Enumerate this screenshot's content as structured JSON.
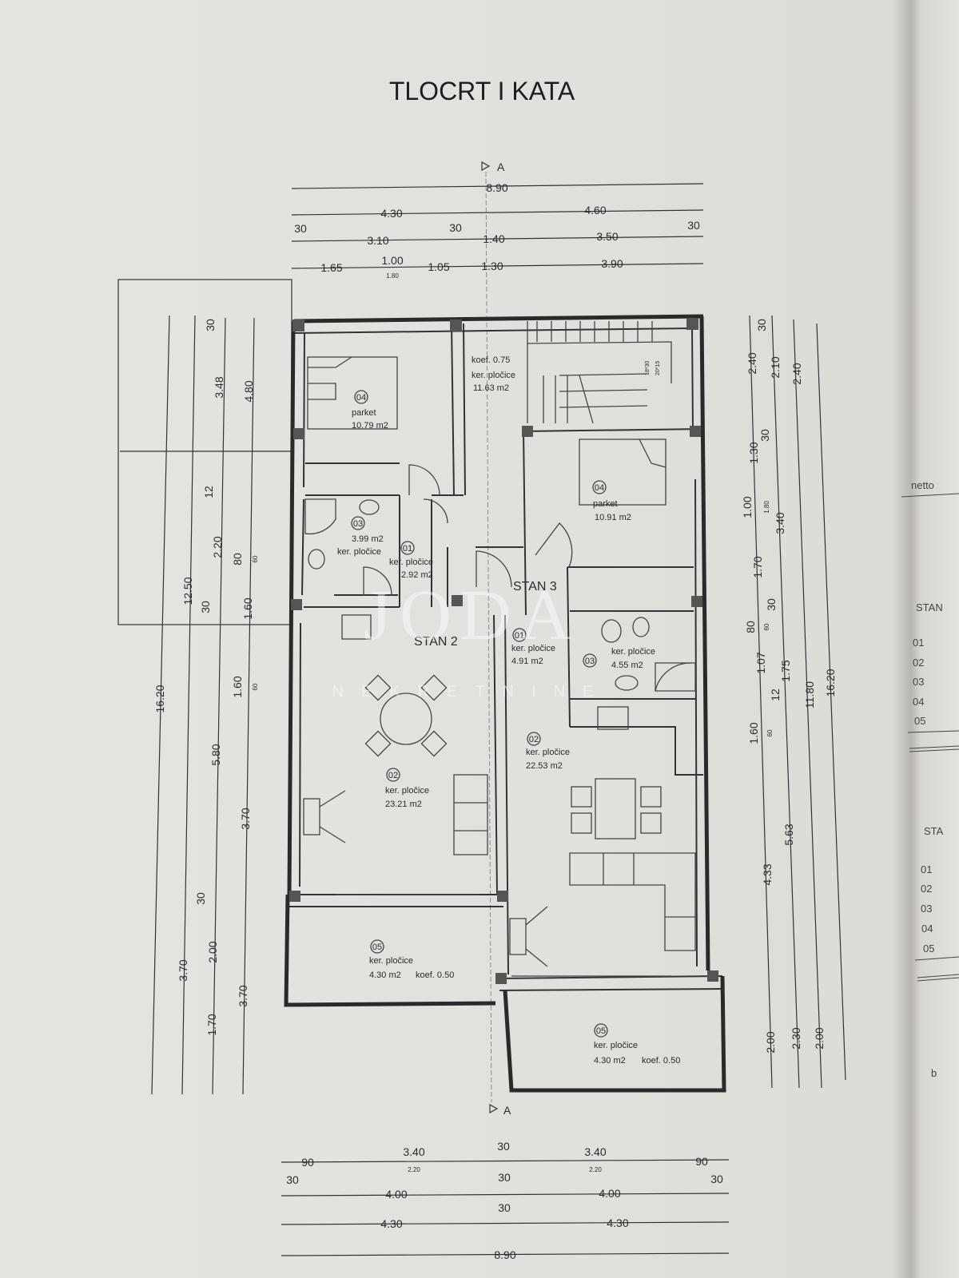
{
  "title": "TLOCRT I KATA",
  "section_marker": "A",
  "watermark": {
    "brand": "JODA",
    "sub": "NEKRETNINE"
  },
  "apartments": {
    "stan2": "STAN 2",
    "stan3": "STAN 3"
  },
  "rooms": [
    {
      "num": "04",
      "floor": "parket",
      "area": "10.79 m2"
    },
    {
      "koef": "koef. 0.75",
      "floor": "ker. pločice",
      "area": "11.63 m2"
    },
    {
      "num": "04",
      "floor": "parket",
      "area": "10.91 m2"
    },
    {
      "num": "03",
      "area": "3.99 m2",
      "floor": "ker. pločice"
    },
    {
      "num": "01",
      "floor": "ker. pločice",
      "area": "2.92 m2"
    },
    {
      "num": "01",
      "floor": "ker. pločice",
      "area": "4.91 m2"
    },
    {
      "num": "03",
      "floor": "ker. pločice",
      "area": "4.55 m2"
    },
    {
      "num": "02",
      "floor": "ker. pločice",
      "area": "22.53 m2"
    },
    {
      "num": "02",
      "floor": "ker. pločice",
      "area": "23.21 m2"
    },
    {
      "num": "05",
      "floor": "ker. pločice",
      "area": "4.30 m2",
      "koef": "koef. 0.50"
    },
    {
      "num": "05",
      "floor": "ker. pločice",
      "area": "4.30 m2",
      "koef": "koef. 0.50"
    }
  ],
  "stair": {
    "a": "18*30",
    "b": "20*15"
  },
  "dims_top": [
    "8.90",
    "4.30",
    "4.60",
    "30",
    "3.10",
    "30",
    "1.40",
    "3.50",
    "30",
    "1.65",
    "1.00",
    "1.80",
    "1.05",
    "1.30",
    "3.90"
  ],
  "dims_left": [
    "16.20",
    "12.50",
    "3.70",
    "30",
    "3.48",
    "12",
    "2.20",
    "30",
    "5.80",
    "30",
    "2.00",
    "1.70",
    "4.80",
    "80",
    "60",
    "1.60",
    "1.60",
    "60",
    "3.70",
    "3.70"
  ],
  "dims_right": [
    "2.40",
    "1.30",
    "1.00",
    "1.80",
    "1.70",
    "80",
    "60",
    "1.07",
    "1.60",
    "60",
    "4.33",
    "2.00",
    "30",
    "2.10",
    "30",
    "3.40",
    "30",
    "1.75",
    "12",
    "5.63",
    "2.30",
    "2.40",
    "11.80",
    "2.00",
    "16.20"
  ],
  "dims_bottom": [
    "90",
    "3.40",
    "2.20",
    "30",
    "3.40",
    "2.20",
    "90",
    "30",
    "4.00",
    "30",
    "4.00",
    "30",
    "30",
    "4.30",
    "4.30",
    "8.90"
  ],
  "side_table": {
    "header": "netto",
    "groups": [
      {
        "label": "STAN",
        "rows": [
          "01",
          "02",
          "03",
          "04",
          "05"
        ]
      },
      {
        "label": "STA",
        "rows": [
          "01",
          "02",
          "03",
          "04",
          "05"
        ]
      }
    ],
    "footer": "b"
  }
}
